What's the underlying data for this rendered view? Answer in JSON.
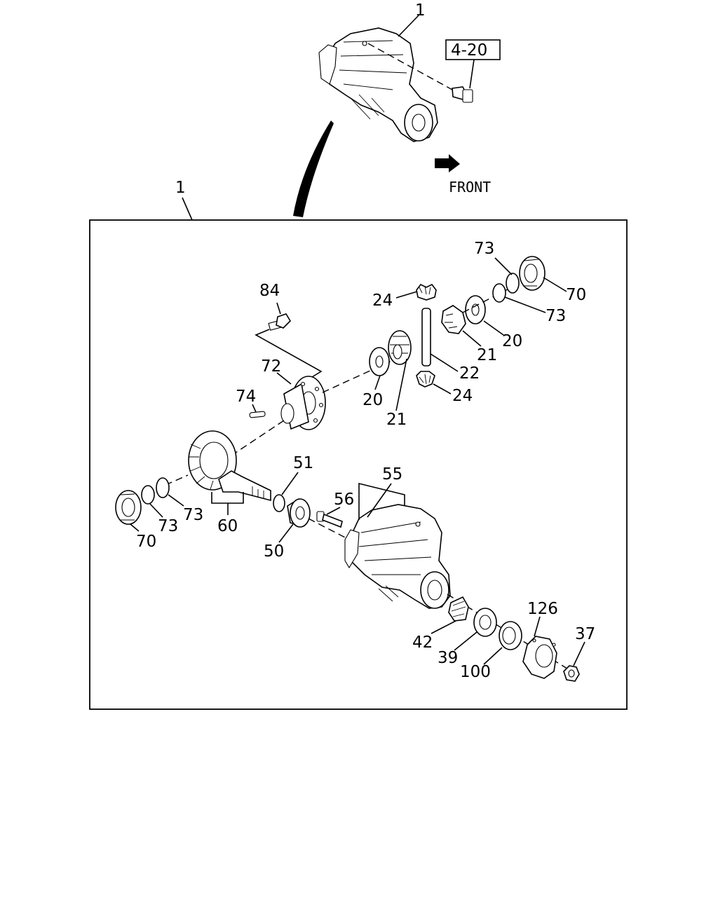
{
  "diagram": {
    "ref_box": "4-20",
    "front_label": "FRONT",
    "labels": {
      "top_assembly": "1",
      "frame_assembly": "1",
      "p84": "84",
      "p72": "72",
      "p74": "74",
      "p24a": "24",
      "p24b": "24",
      "p22": "22",
      "p21a": "21",
      "p21b": "21",
      "p20a": "20",
      "p20b": "20",
      "p73a": "73",
      "p73b": "73",
      "p73c": "73",
      "p73d": "73",
      "p70a": "70",
      "p70b": "70",
      "p60": "60",
      "p51": "51",
      "p50": "50",
      "p55": "55",
      "p56": "56",
      "p42": "42",
      "p39": "39",
      "p100": "100",
      "p126": "126",
      "p37": "37"
    }
  }
}
